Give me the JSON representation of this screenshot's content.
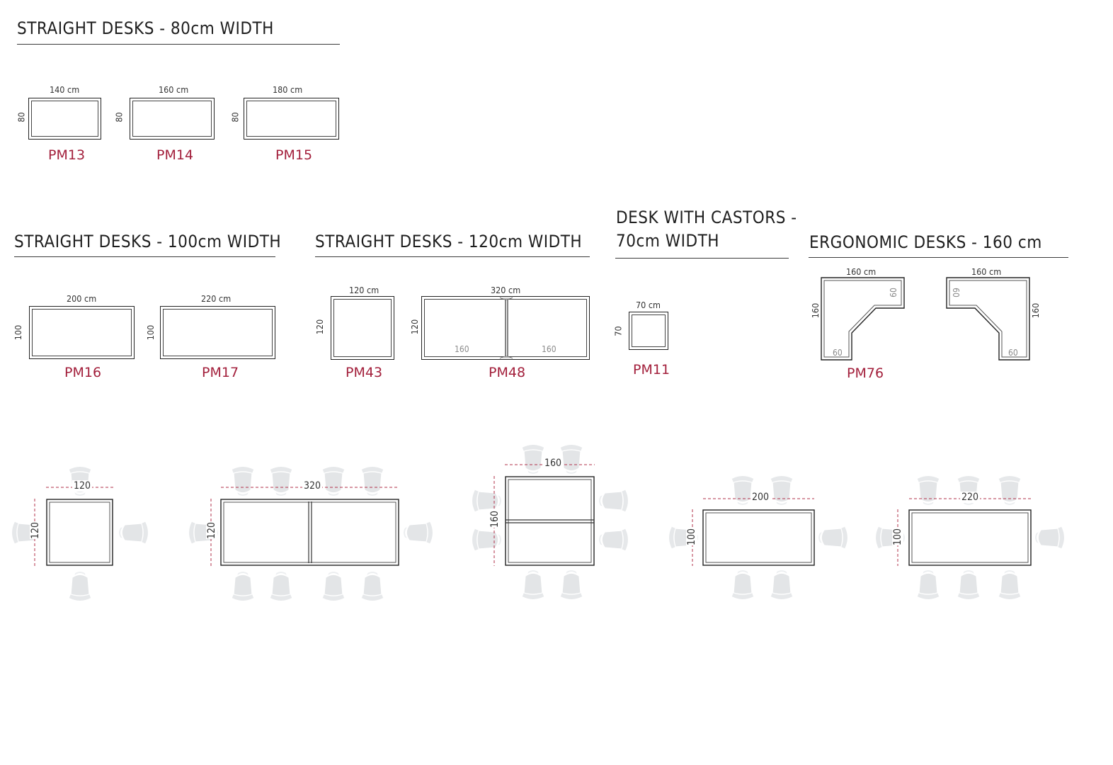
{
  "sections": {
    "s80": "STRAIGHT DESKS - 80cm WIDTH",
    "s100": "STRAIGHT DESKS - 100cm WIDTH",
    "s120": "STRAIGHT DESKS - 120cm WIDTH",
    "castors_line1": "DESK WITH CASTORS -",
    "castors_line2": "70cm WIDTH",
    "ergo": "ERGONOMIC DESKS - 160 cm"
  },
  "desks": {
    "pm13": {
      "code": "PM13",
      "width": "140 cm",
      "depth": "80"
    },
    "pm14": {
      "code": "PM14",
      "width": "160 cm",
      "depth": "80"
    },
    "pm15": {
      "code": "PM15",
      "width": "180 cm",
      "depth": "80"
    },
    "pm16": {
      "code": "PM16",
      "width": "200 cm",
      "depth": "100"
    },
    "pm17": {
      "code": "PM17",
      "width": "220 cm",
      "depth": "100"
    },
    "pm43": {
      "code": "PM43",
      "width": "120 cm",
      "depth": "120"
    },
    "pm48": {
      "code": "PM48",
      "width": "320 cm",
      "depth": "120",
      "module_left": "160",
      "module_right": "160"
    },
    "pm11": {
      "code": "PM11",
      "width": "70 cm",
      "depth": "70"
    },
    "pm76": {
      "code": "PM76",
      "left_width": "160 cm",
      "left_depth": "160",
      "left_arm": "60",
      "left_return": "60",
      "right_width": "160 cm",
      "right_depth": "160",
      "right_arm": "60",
      "right_return": "60"
    }
  },
  "layouts": {
    "l1": {
      "width": "120",
      "depth": "120"
    },
    "l2": {
      "width": "320",
      "depth": "120"
    },
    "l3": {
      "width": "160",
      "depth": "160"
    },
    "l4": {
      "width": "200",
      "depth": "100"
    },
    "l5": {
      "width": "220",
      "depth": "100"
    }
  },
  "colors": {
    "code_red": "#a3203c",
    "chair_grey": "#e3e5e7",
    "dim_line_red": "#b0304a"
  }
}
